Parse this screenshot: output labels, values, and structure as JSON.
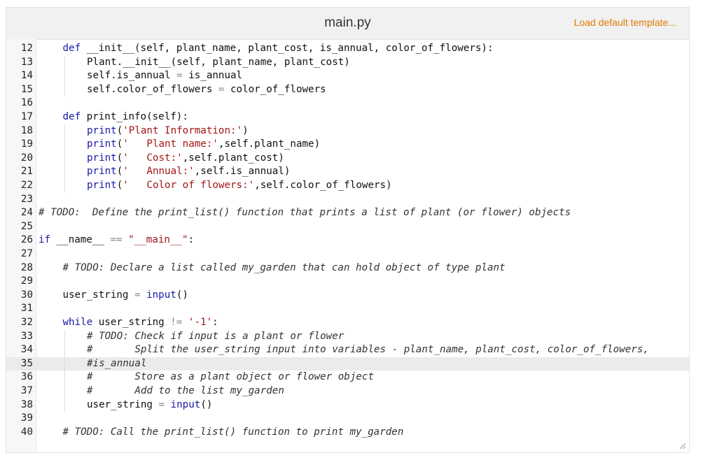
{
  "editor": {
    "filename": "main.py",
    "load_template_label": "Load default template...",
    "active_line": 35,
    "lines": [
      {
        "n": "12",
        "indent": 1,
        "text": "def __init__(self, plant_name, plant_cost, is_annual, color_of_flowers):",
        "kind": "def"
      },
      {
        "n": "13",
        "indent": 2,
        "text": "Plant.__init__(self, plant_name, plant_cost)",
        "kind": "code"
      },
      {
        "n": "14",
        "indent": 2,
        "text": "self.is_annual = is_annual",
        "kind": "code"
      },
      {
        "n": "15",
        "indent": 2,
        "text": "self.color_of_flowers = color_of_flowers",
        "kind": "code"
      },
      {
        "n": "16",
        "indent": 0,
        "text": "",
        "kind": "blank"
      },
      {
        "n": "17",
        "indent": 1,
        "text": "def print_info(self):",
        "kind": "def"
      },
      {
        "n": "18",
        "indent": 2,
        "text": "print('Plant Information:')",
        "kind": "print"
      },
      {
        "n": "19",
        "indent": 2,
        "text": "print('   Plant name:',self.plant_name)",
        "kind": "print"
      },
      {
        "n": "20",
        "indent": 2,
        "text": "print('   Cost:',self.plant_cost)",
        "kind": "print"
      },
      {
        "n": "21",
        "indent": 2,
        "text": "print('   Annual:',self.is_annual)",
        "kind": "print"
      },
      {
        "n": "22",
        "indent": 2,
        "text": "print('   Color of flowers:',self.color_of_flowers)",
        "kind": "print"
      },
      {
        "n": "23",
        "indent": 0,
        "text": "",
        "kind": "blank"
      },
      {
        "n": "24",
        "indent": 0,
        "text": "# TODO:  Define the print_list() function that prints a list of plant (or flower) objects",
        "kind": "comment"
      },
      {
        "n": "25",
        "indent": 0,
        "text": "",
        "kind": "blank"
      },
      {
        "n": "26",
        "indent": 0,
        "text": "if __name__ == \"__main__\":",
        "kind": "if"
      },
      {
        "n": "27",
        "indent": 0,
        "text": "",
        "kind": "blank"
      },
      {
        "n": "28",
        "indent": 1,
        "text": "# TODO: Declare a list called my_garden that can hold object of type plant",
        "kind": "comment"
      },
      {
        "n": "29",
        "indent": 0,
        "text": "",
        "kind": "blank"
      },
      {
        "n": "30",
        "indent": 1,
        "text": "user_string = input()",
        "kind": "code"
      },
      {
        "n": "31",
        "indent": 0,
        "text": "",
        "kind": "blank"
      },
      {
        "n": "32",
        "indent": 1,
        "text": "while user_string != '-1':",
        "kind": "while"
      },
      {
        "n": "33",
        "indent": 2,
        "text": "# TODO: Check if input is a plant or flower",
        "kind": "comment"
      },
      {
        "n": "34",
        "indent": 2,
        "text": "#       Split the user_string input into variables - plant_name, plant_cost, color_of_flowers,",
        "kind": "comment"
      },
      {
        "n": "35",
        "indent": 2,
        "text": "#is_annual",
        "kind": "comment"
      },
      {
        "n": "36",
        "indent": 2,
        "text": "#       Store as a plant object or flower object",
        "kind": "comment"
      },
      {
        "n": "37",
        "indent": 2,
        "text": "#       Add to the list my_garden",
        "kind": "comment"
      },
      {
        "n": "38",
        "indent": 2,
        "text": "user_string = input()",
        "kind": "code"
      },
      {
        "n": "39",
        "indent": 0,
        "text": "",
        "kind": "blank"
      },
      {
        "n": "40",
        "indent": 1,
        "text": "# TODO: Call the print_list() function to print my_garden",
        "kind": "comment"
      }
    ]
  },
  "colors": {
    "keyword": "#1a1aa6",
    "string": "#a31515",
    "accent_link": "#e07b00",
    "active_line_bg": "#ebebeb"
  }
}
